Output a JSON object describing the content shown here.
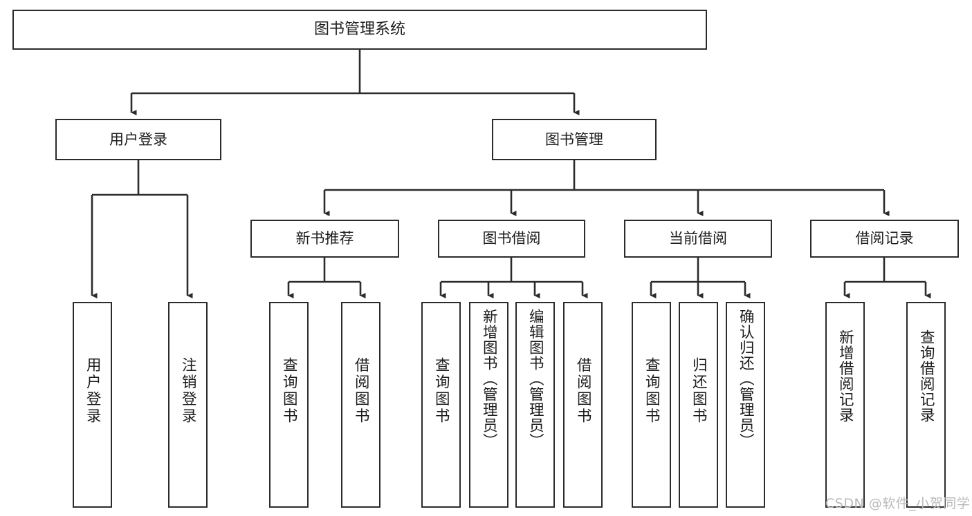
{
  "diagram": {
    "title": "图书管理系统",
    "type": "tree",
    "watermark": "CSDN @软件_小贺同学",
    "colors": {
      "box_border": "#2b2b2b",
      "box_fill": "#ffffff",
      "connector": "#2b2b2b",
      "text": "#1d1d1d",
      "watermark": "#b9b9b9",
      "background": "#ffffff"
    },
    "nodes": {
      "root": {
        "label": "图书管理系统"
      },
      "level1": [
        {
          "id": "user-login",
          "label": "用户登录"
        },
        {
          "id": "book-manage",
          "label": "图书管理"
        }
      ],
      "level2": [
        {
          "id": "new-book-recommend",
          "label": "新书推荐"
        },
        {
          "id": "book-borrow",
          "label": "图书借阅"
        },
        {
          "id": "current-borrow",
          "label": "当前借阅"
        },
        {
          "id": "borrow-record",
          "label": "借阅记录"
        }
      ],
      "leaves": {
        "user-login": [
          {
            "id": "leaf-user-login",
            "label": "用户登录"
          },
          {
            "id": "leaf-logout",
            "label": "注销登录"
          }
        ],
        "new-book-recommend": [
          {
            "id": "leaf-query-book-1",
            "label": "查询图书"
          },
          {
            "id": "leaf-borrow-book-1",
            "label": "借阅图书"
          }
        ],
        "book-borrow": [
          {
            "id": "leaf-query-book-2",
            "label": "查询图书"
          },
          {
            "id": "leaf-add-book",
            "label": "新增图书（管理员）"
          },
          {
            "id": "leaf-edit-book",
            "label": "编辑图书（管理员）"
          },
          {
            "id": "leaf-borrow-book-2",
            "label": "借阅图书"
          }
        ],
        "current-borrow": [
          {
            "id": "leaf-query-book-3",
            "label": "查询图书"
          },
          {
            "id": "leaf-return-book",
            "label": "归还图书"
          },
          {
            "id": "leaf-confirm-return",
            "label": "确认归还（管理员）"
          }
        ],
        "borrow-record": [
          {
            "id": "leaf-add-record",
            "label": "新增借阅记录"
          },
          {
            "id": "leaf-query-record",
            "label": "查询借阅记录"
          }
        ]
      }
    }
  }
}
